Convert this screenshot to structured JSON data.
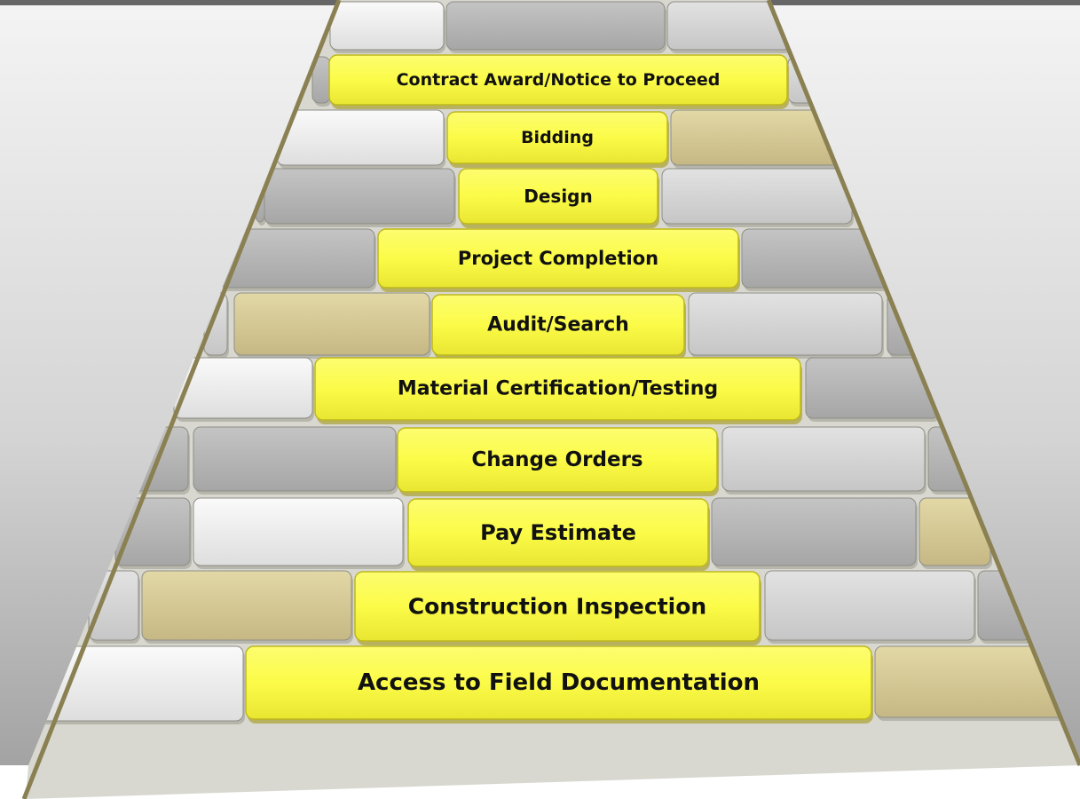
{
  "colors": {
    "road_edge": "#8a8052",
    "highlight_key": "#fbfb49",
    "highlight_key_edge": "#bdb71c",
    "background_top": "#f4f4f4",
    "background_bottom": "#9a9a9a",
    "top_band": "#666666"
  },
  "steps": [
    {
      "label": "Contract Award/Notice to Proceed",
      "order": 10
    },
    {
      "label": "Bidding",
      "order": 9
    },
    {
      "label": "Design",
      "order": 8
    },
    {
      "label": "Project Completion",
      "order": 7
    },
    {
      "label": "Audit/Search",
      "order": 6
    },
    {
      "label": "Material Certification/Testing",
      "order": 5
    },
    {
      "label": "Change Orders",
      "order": 4
    },
    {
      "label": "Pay Estimate",
      "order": 3
    },
    {
      "label": "Construction Inspection",
      "order": 2
    },
    {
      "label": "Access to Field Documentation",
      "order": 1
    }
  ]
}
